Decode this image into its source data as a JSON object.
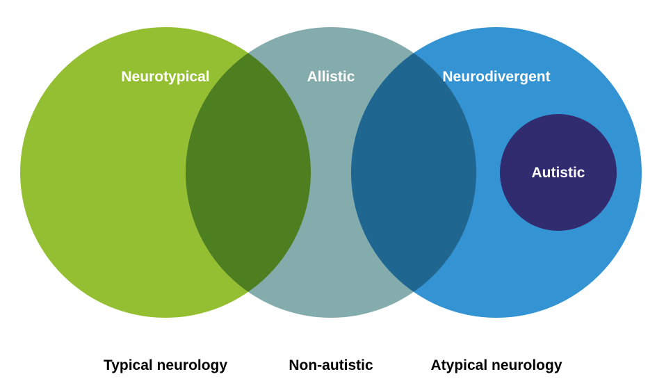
{
  "circles": {
    "neurotypical": {
      "label": "Neurotypical",
      "color": "#95bf32"
    },
    "allistic": {
      "label": "Allistic",
      "color": "#84acad"
    },
    "neurodivergent": {
      "label": "Neurodivergent",
      "color": "#3493d3"
    },
    "autistic": {
      "label": "Autistic",
      "color": "#302c6f"
    }
  },
  "overlaps": {
    "neurotypical_allistic": {
      "color": "#4d7f21"
    },
    "allistic_neurodivergent": {
      "color": "#1f6690"
    }
  },
  "captions": {
    "left": "Typical neurology",
    "middle": "Non-autistic",
    "right": "Atypical neurology"
  }
}
